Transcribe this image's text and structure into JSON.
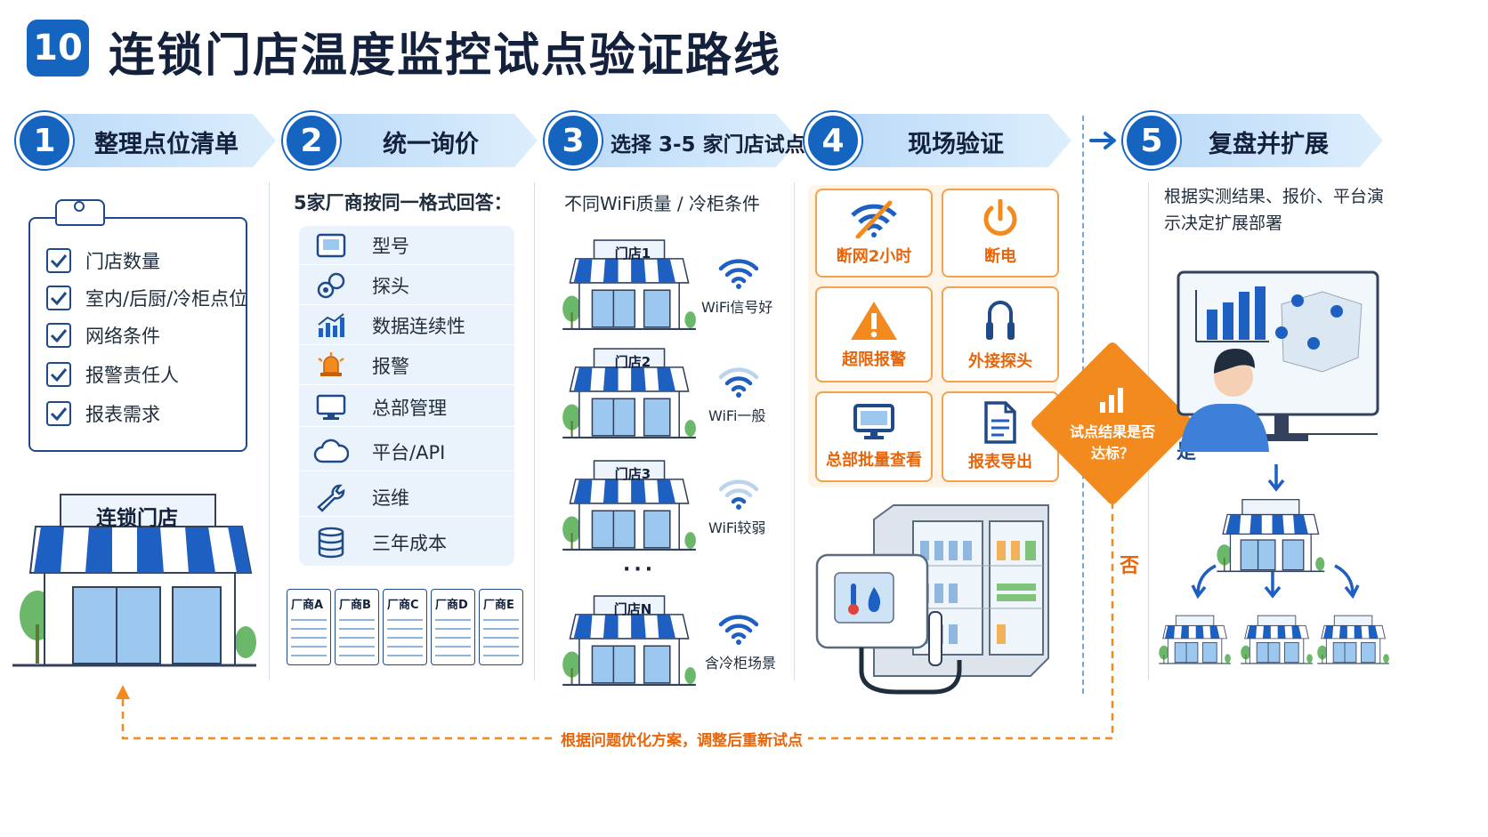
{
  "title": {
    "badge": "10",
    "text": "连锁门店温度监控试点验证路线"
  },
  "steps": [
    {
      "num": "1",
      "label": "整理点位清单"
    },
    {
      "num": "2",
      "label": "统一询价"
    },
    {
      "num": "3",
      "label": "选择 3-5 家门店试点"
    },
    {
      "num": "4",
      "label": "现场验证"
    },
    {
      "num": "5",
      "label": "复盘并扩展"
    }
  ],
  "checklist": [
    "门店数量",
    "室内/后厨/冷柜点位",
    "网络条件",
    "报警责任人",
    "报表需求"
  ],
  "store_sign": "连锁门店",
  "inquiry": {
    "heading": "5家厂商按同一格式回答：",
    "items": [
      {
        "label": "型号",
        "icon": "device-icon"
      },
      {
        "label": "探头",
        "icon": "probe-icon"
      },
      {
        "label": "数据连续性",
        "icon": "chart-icon"
      },
      {
        "label": "报警",
        "icon": "alarm-icon"
      },
      {
        "label": "总部管理",
        "icon": "monitor-icon"
      },
      {
        "label": "平台/API",
        "icon": "cloud-icon"
      },
      {
        "label": "运维",
        "icon": "wrench-icon"
      },
      {
        "label": "三年成本",
        "icon": "database-icon"
      }
    ],
    "vendors": [
      "厂商A",
      "厂商B",
      "厂商C",
      "厂商D",
      "厂商E"
    ]
  },
  "pilot": {
    "heading": "不同WiFi质量 / 冷柜条件",
    "stores": [
      {
        "name": "门店1",
        "wifi": "WiFi信号好",
        "level": 3
      },
      {
        "name": "门店2",
        "wifi": "WiFi一般",
        "level": 2
      },
      {
        "name": "门店3",
        "wifi": "WiFi较弱",
        "level": 1
      },
      {
        "name": "门店N",
        "wifi": "含冷柜场景",
        "level": 3
      }
    ],
    "ellipsis": "···"
  },
  "verification": {
    "tiles": [
      {
        "label": "断网2小时",
        "icon": "wifi-off-icon"
      },
      {
        "label": "断电",
        "icon": "power-icon"
      },
      {
        "label": "超限报警",
        "icon": "warning-icon"
      },
      {
        "label": "外接探头",
        "icon": "probe-cable-icon"
      },
      {
        "label": "总部批量查看",
        "icon": "monitor-icon"
      },
      {
        "label": "报表导出",
        "icon": "document-icon"
      }
    ]
  },
  "decision": {
    "text": "试点结果是否达标？",
    "yes": "是",
    "no": "否"
  },
  "loop_back": "根据问题优化方案，调整后重新试点",
  "review": {
    "description": "根据实测结果、报价、平台演示决定扩展部署"
  },
  "colors": {
    "primary": "#1565c0",
    "accent": "#f28a1e",
    "light_blue": "#dceefd"
  }
}
